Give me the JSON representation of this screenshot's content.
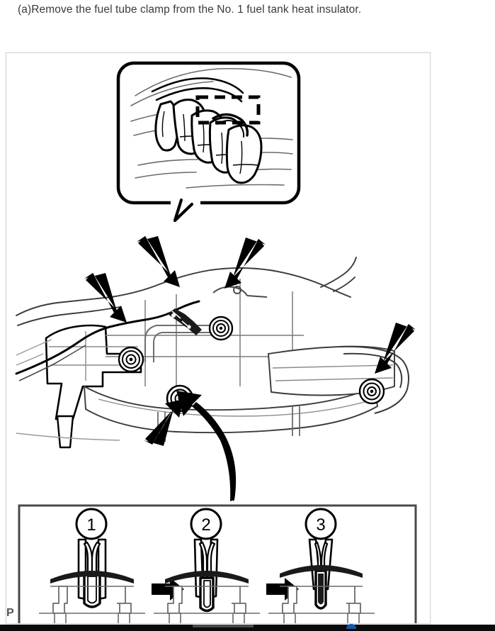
{
  "instruction": {
    "text": "(a)Remove the fuel tube clamp from the No. 1 fuel tank heat insulator."
  },
  "figure": {
    "callout": {
      "name": "hand-gripping-clamp-detail",
      "highlight_box": "dashed-rectangle"
    },
    "main_view": {
      "name": "fuel-tank-assembly",
      "arrow_count": 4,
      "arrows": [
        {
          "id": "arrow-clamp-top",
          "target": "fuel-tube-clamp"
        },
        {
          "id": "arrow-grommet-right-top",
          "target": "clamp-point-2"
        },
        {
          "id": "arrow-grommet-left",
          "target": "clamp-point-3"
        },
        {
          "id": "arrow-grommet-right-end",
          "target": "clamp-point-4"
        },
        {
          "id": "arrow-grommet-center-bottom",
          "target": "clamp-point-5"
        }
      ],
      "curved_arrow": "detail-link-arrow"
    },
    "steps_panel": {
      "steps": [
        {
          "number": "1",
          "caption": ""
        },
        {
          "number": "2",
          "caption": ""
        },
        {
          "number": "3",
          "caption": ""
        }
      ],
      "separators": [
        "arrow-right",
        "arrow-right"
      ]
    }
  },
  "page_marker": {
    "label": "P"
  },
  "colors": {
    "ink": "#000000",
    "text": "#3b3b3b",
    "border": "#d8d8d8",
    "bottom_bar": "#0a0a0a",
    "accent_dot": "#1457b0"
  }
}
